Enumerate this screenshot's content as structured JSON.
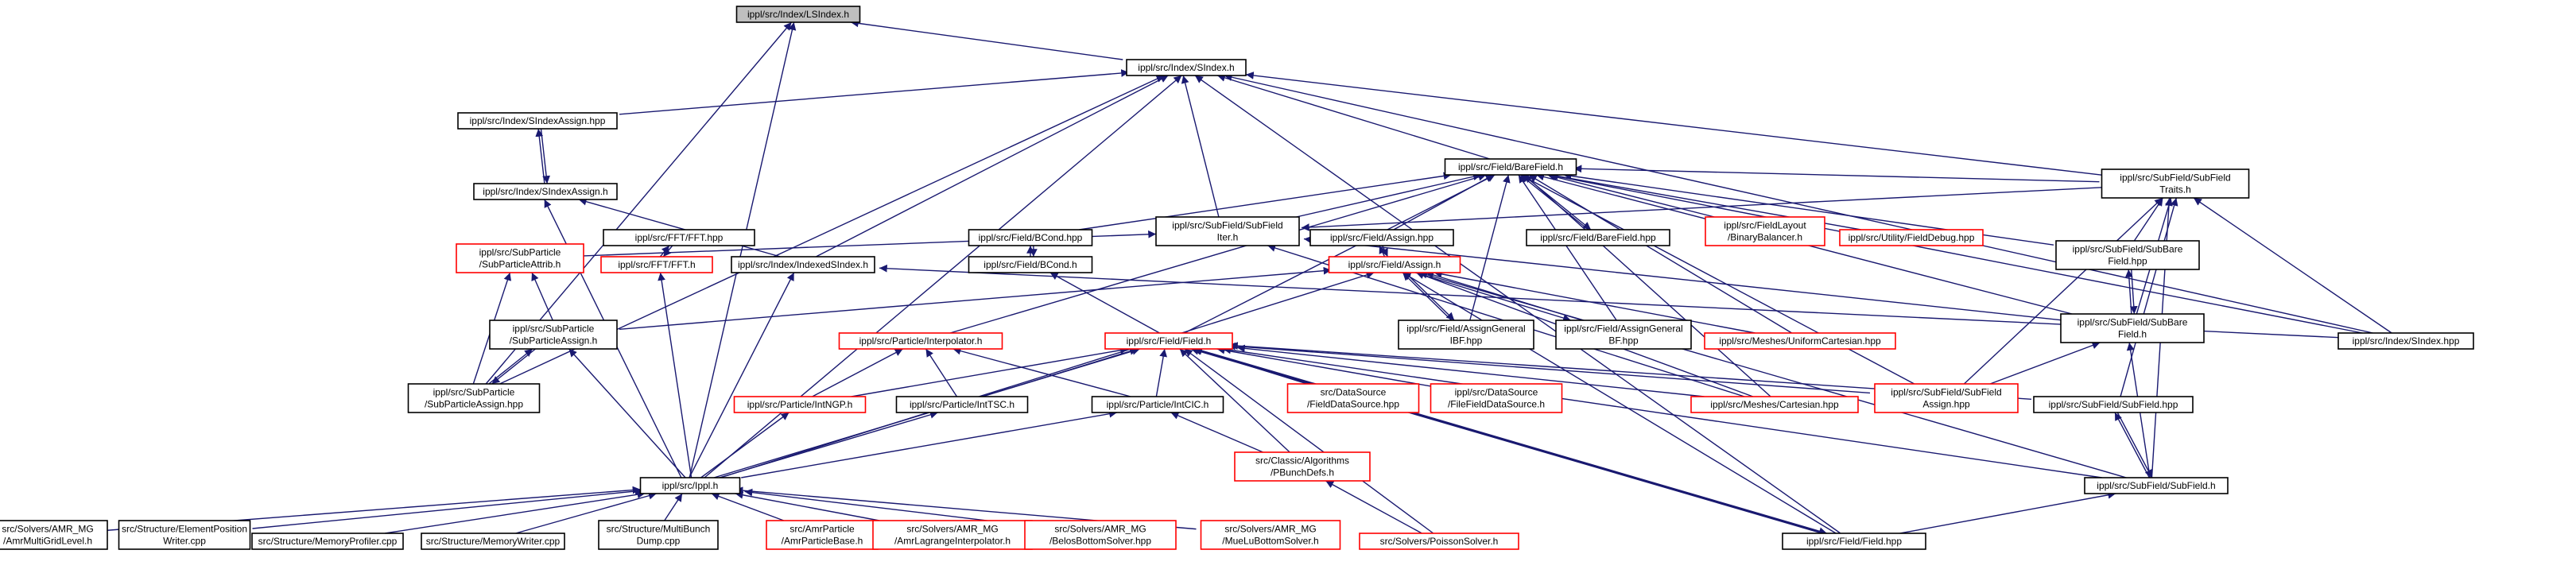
{
  "graph": {
    "nodes": [
      {
        "id": "lsindex",
        "lines": [
          "ippl/src/Index/LSIndex.h"
        ],
        "red": false,
        "current": true
      },
      {
        "id": "sindex",
        "lines": [
          "ippl/src/Index/SIndex.h"
        ],
        "red": false
      },
      {
        "id": "sindexassign_hpp",
        "lines": [
          "ippl/src/Index/SIndexAssign.hpp"
        ],
        "red": false
      },
      {
        "id": "barefield_h",
        "lines": [
          "ippl/src/Field/BareField.h"
        ],
        "red": false
      },
      {
        "id": "sindexassign_h",
        "lines": [
          "ippl/src/Index/SIndexAssign.h"
        ],
        "red": false
      },
      {
        "id": "fft_hpp",
        "lines": [
          "ippl/src/FFT/FFT.hpp"
        ],
        "red": false
      },
      {
        "id": "bcond_hpp",
        "lines": [
          "ippl/src/Field/BCond.hpp"
        ],
        "red": false
      },
      {
        "id": "subfielditer",
        "lines": [
          "ippl/src/SubField/SubField",
          "Iter.h"
        ],
        "red": false
      },
      {
        "id": "assign_hpp",
        "lines": [
          "ippl/src/Field/Assign.hpp"
        ],
        "red": false
      },
      {
        "id": "barefield_hpp",
        "lines": [
          "ippl/src/Field/BareField.hpp"
        ],
        "red": false
      },
      {
        "id": "binarybalancer",
        "lines": [
          "ippl/src/FieldLayout",
          "/BinaryBalancer.h"
        ],
        "red": true
      },
      {
        "id": "fielddebug",
        "lines": [
          "ippl/src/Utility/FieldDebug.hpp"
        ],
        "red": true
      },
      {
        "id": "subfieldtraits",
        "lines": [
          "ippl/src/SubField/SubField",
          "Traits.h"
        ],
        "red": false
      },
      {
        "id": "subparticleattrib",
        "lines": [
          "ippl/src/SubParticle",
          "/SubParticleAttrib.h"
        ],
        "red": true
      },
      {
        "id": "fft_h",
        "lines": [
          "ippl/src/FFT/FFT.h"
        ],
        "red": true
      },
      {
        "id": "indexedsindex",
        "lines": [
          "ippl/src/Index/IndexedSIndex.h"
        ],
        "red": false
      },
      {
        "id": "bcond_h",
        "lines": [
          "ippl/src/Field/BCond.h"
        ],
        "red": false
      },
      {
        "id": "assign_h",
        "lines": [
          "ippl/src/Field/Assign.h"
        ],
        "red": true
      },
      {
        "id": "subbarefield_hpp",
        "lines": [
          "ippl/src/SubField/SubBare",
          "Field.hpp"
        ],
        "red": false
      },
      {
        "id": "subparticleassign_h",
        "lines": [
          "ippl/src/SubParticle",
          "/SubParticleAssign.h"
        ],
        "red": false
      },
      {
        "id": "interpolator",
        "lines": [
          "ippl/src/Particle/Interpolator.h"
        ],
        "red": true
      },
      {
        "id": "field_h",
        "lines": [
          "ippl/src/Field/Field.h"
        ],
        "red": true
      },
      {
        "id": "assigngeneralibf",
        "lines": [
          "ippl/src/Field/AssignGeneral",
          "IBF.hpp"
        ],
        "red": false
      },
      {
        "id": "assigngeneralbf",
        "lines": [
          "ippl/src/Field/AssignGeneral",
          "BF.hpp"
        ],
        "red": false
      },
      {
        "id": "uniformcartesian",
        "lines": [
          "ippl/src/Meshes/UniformCartesian.hpp"
        ],
        "red": true
      },
      {
        "id": "subbarefield_h",
        "lines": [
          "ippl/src/SubField/SubBare",
          "Field.h"
        ],
        "red": false
      },
      {
        "id": "sindex_hpp",
        "lines": [
          "ippl/src/Index/SIndex.hpp"
        ],
        "red": false
      },
      {
        "id": "subparticleassign_hpp",
        "lines": [
          "ippl/src/SubParticle",
          "/SubParticleAssign.hpp"
        ],
        "red": false
      },
      {
        "id": "intngp",
        "lines": [
          "ippl/src/Particle/IntNGP.h"
        ],
        "red": true
      },
      {
        "id": "inttsc",
        "lines": [
          "ippl/src/Particle/IntTSC.h"
        ],
        "red": false
      },
      {
        "id": "intcic",
        "lines": [
          "ippl/src/Particle/IntCIC.h"
        ],
        "red": false
      },
      {
        "id": "fielddatasource",
        "lines": [
          "src/DataSource",
          "/FieldDataSource.hpp"
        ],
        "red": true
      },
      {
        "id": "filefielddatasource",
        "lines": [
          "ippl/src/DataSource",
          "/FileFieldDataSource.h"
        ],
        "red": true
      },
      {
        "id": "cartesian",
        "lines": [
          "ippl/src/Meshes/Cartesian.hpp"
        ],
        "red": true
      },
      {
        "id": "subfieldassign",
        "lines": [
          "ippl/src/SubField/SubField",
          "Assign.hpp"
        ],
        "red": true
      },
      {
        "id": "subfield_hpp",
        "lines": [
          "ippl/src/SubField/SubField.hpp"
        ],
        "red": false
      },
      {
        "id": "pbunchdefs",
        "lines": [
          "src/Classic/Algorithms",
          "/PBunchDefs.h"
        ],
        "red": true
      },
      {
        "id": "ippl_h",
        "lines": [
          "ippl/src/Ippl.h"
        ],
        "red": false
      },
      {
        "id": "subfield_h",
        "lines": [
          "ippl/src/SubField/SubField.h"
        ],
        "red": false
      },
      {
        "id": "amrmultigridlevel",
        "lines": [
          "src/Solvers/AMR_MG",
          "/AmrMultiGridLevel.h"
        ],
        "red": false
      },
      {
        "id": "elementposition",
        "lines": [
          "src/Structure/ElementPosition",
          "Writer.cpp"
        ],
        "red": false
      },
      {
        "id": "memoryprofiler",
        "lines": [
          "src/Structure/MemoryProfiler.cpp"
        ],
        "red": false
      },
      {
        "id": "memorywriter",
        "lines": [
          "src/Structure/MemoryWriter.cpp"
        ],
        "red": false
      },
      {
        "id": "multibunchdump",
        "lines": [
          "src/Structure/MultiBunch",
          "Dump.cpp"
        ],
        "red": false
      },
      {
        "id": "amrparticlebase",
        "lines": [
          "src/AmrParticle",
          "/AmrParticleBase.h"
        ],
        "red": true
      },
      {
        "id": "amrlagrange",
        "lines": [
          "src/Solvers/AMR_MG",
          "/AmrLagrangeInterpolator.h"
        ],
        "red": true
      },
      {
        "id": "belosbottom",
        "lines": [
          "src/Solvers/AMR_MG",
          "/BelosBottomSolver.hpp"
        ],
        "red": true
      },
      {
        "id": "muelubottom",
        "lines": [
          "src/Solvers/AMR_MG",
          "/MueLuBottomSolver.h"
        ],
        "red": true
      },
      {
        "id": "poissonsolver",
        "lines": [
          "src/Solvers/PoissonSolver.h"
        ],
        "red": true
      },
      {
        "id": "field_hpp",
        "lines": [
          "ippl/src/Field/Field.hpp"
        ],
        "red": false
      }
    ],
    "edges": [
      [
        "sindex",
        "lsindex"
      ],
      [
        "ippl_h",
        "lsindex"
      ],
      [
        "subparticleassign_hpp",
        "lsindex"
      ],
      [
        "sindexassign_hpp",
        "sindex"
      ],
      [
        "barefield_h",
        "sindex"
      ],
      [
        "subfielditer",
        "sindex"
      ],
      [
        "indexedsindex",
        "sindex"
      ],
      [
        "subfieldtraits",
        "sindex"
      ],
      [
        "sindex_hpp",
        "sindex"
      ],
      [
        "ippl_h",
        "sindex"
      ],
      [
        "subparticleassign_hpp",
        "sindex"
      ],
      [
        "field_hpp",
        "sindex"
      ],
      [
        "sindexassign_h",
        "sindexassign_hpp"
      ],
      [
        "sindexassign_hpp",
        "sindexassign_h"
      ],
      [
        "indexedsindex",
        "sindexassign_h"
      ],
      [
        "ippl_h",
        "sindexassign_h"
      ],
      [
        "fft_h",
        "fft_hpp"
      ],
      [
        "fft_hpp",
        "fft_h"
      ],
      [
        "ippl_h",
        "fft_h"
      ],
      [
        "subfielditer",
        "barefield_h"
      ],
      [
        "bcond_hpp",
        "barefield_h"
      ],
      [
        "assign_hpp",
        "barefield_h"
      ],
      [
        "barefield_hpp",
        "barefield_h"
      ],
      [
        "barefield_h",
        "barefield_hpp"
      ],
      [
        "binarybalancer",
        "barefield_h"
      ],
      [
        "fielddebug",
        "barefield_h"
      ],
      [
        "subfieldtraits",
        "barefield_h"
      ],
      [
        "assigngeneralibf",
        "barefield_h"
      ],
      [
        "assigngeneralbf",
        "barefield_h"
      ],
      [
        "uniformcartesian",
        "barefield_h"
      ],
      [
        "subbarefield_h",
        "barefield_h"
      ],
      [
        "subbarefield_hpp",
        "barefield_h"
      ],
      [
        "field_h",
        "barefield_h"
      ],
      [
        "interpolator",
        "barefield_h"
      ],
      [
        "cartesian",
        "barefield_h"
      ],
      [
        "subfieldassign",
        "barefield_h"
      ],
      [
        "sindex_hpp",
        "barefield_h"
      ],
      [
        "bcond_h",
        "bcond_hpp"
      ],
      [
        "bcond_hpp",
        "bcond_h"
      ],
      [
        "field_h",
        "bcond_h"
      ],
      [
        "assign_h",
        "assign_hpp"
      ],
      [
        "assign_hpp",
        "assign_h"
      ],
      [
        "assigngeneralibf",
        "assign_h"
      ],
      [
        "assign_h",
        "assigngeneralibf"
      ],
      [
        "assigngeneralbf",
        "assign_h"
      ],
      [
        "assign_h",
        "assigngeneralbf"
      ],
      [
        "uniformcartesian",
        "assign_h"
      ],
      [
        "cartesian",
        "assign_h"
      ],
      [
        "subparticleassign_h",
        "assign_h"
      ],
      [
        "ippl_h",
        "assign_h"
      ],
      [
        "field_hpp",
        "assign_h"
      ],
      [
        "subfield_h",
        "assign_h"
      ],
      [
        "subparticleattrib",
        "subfielditer"
      ],
      [
        "subfieldtraits",
        "subfielditer"
      ],
      [
        "subbarefield_h",
        "subfielditer"
      ],
      [
        "cartesian",
        "subfielditer"
      ],
      [
        "subbarefield_hpp",
        "subfieldtraits"
      ],
      [
        "subbarefield_h",
        "subfieldtraits"
      ],
      [
        "subfieldassign",
        "subfieldtraits"
      ],
      [
        "subfield_hpp",
        "subfieldtraits"
      ],
      [
        "subfield_h",
        "subfieldtraits"
      ],
      [
        "sindex_hpp",
        "subfieldtraits"
      ],
      [
        "subbarefield_h",
        "subbarefield_hpp"
      ],
      [
        "subbarefield_hpp",
        "subbarefield_h"
      ],
      [
        "subfieldassign",
        "subbarefield_h"
      ],
      [
        "subfield_h",
        "subbarefield_h"
      ],
      [
        "subfield_h",
        "subfield_hpp"
      ],
      [
        "subfield_hpp",
        "subfield_h"
      ],
      [
        "field_hpp",
        "subfield_h"
      ],
      [
        "subparticleassign_h",
        "subparticleattrib"
      ],
      [
        "subparticleassign_hpp",
        "subparticleattrib"
      ],
      [
        "subparticleassign_hpp",
        "subparticleassign_h"
      ],
      [
        "subparticleassign_h",
        "subparticleassign_hpp"
      ],
      [
        "ippl_h",
        "subparticleassign_h"
      ],
      [
        "sindex_hpp",
        "indexedsindex"
      ],
      [
        "ippl_h",
        "indexedsindex"
      ],
      [
        "intngp",
        "interpolator"
      ],
      [
        "inttsc",
        "interpolator"
      ],
      [
        "intcic",
        "interpolator"
      ],
      [
        "intngp",
        "field_h"
      ],
      [
        "inttsc",
        "field_h"
      ],
      [
        "intcic",
        "field_h"
      ],
      [
        "fielddatasource",
        "field_h"
      ],
      [
        "filefielddatasource",
        "field_h"
      ],
      [
        "cartesian",
        "field_h"
      ],
      [
        "subfieldassign",
        "field_h"
      ],
      [
        "subfield_hpp",
        "field_h"
      ],
      [
        "subfield_h",
        "field_h"
      ],
      [
        "pbunchdefs",
        "field_h"
      ],
      [
        "poissonsolver",
        "field_h"
      ],
      [
        "field_hpp",
        "field_h"
      ],
      [
        "ippl_h",
        "field_h"
      ],
      [
        "ippl_h",
        "intngp"
      ],
      [
        "ippl_h",
        "inttsc"
      ],
      [
        "ippl_h",
        "intcic"
      ],
      [
        "pbunchdefs",
        "intcic"
      ],
      [
        "poissonsolver",
        "pbunchdefs"
      ],
      [
        "amrmultigridlevel",
        "ippl_h"
      ],
      [
        "elementposition",
        "ippl_h"
      ],
      [
        "memoryprofiler",
        "ippl_h"
      ],
      [
        "memorywriter",
        "ippl_h"
      ],
      [
        "multibunchdump",
        "ippl_h"
      ],
      [
        "amrparticlebase",
        "ippl_h"
      ],
      [
        "amrlagrange",
        "ippl_h"
      ],
      [
        "belosbottom",
        "ippl_h"
      ],
      [
        "muelubottom",
        "ippl_h"
      ],
      [
        "field_hpp",
        "field_h"
      ],
      [
        "field_h",
        "field_hpp"
      ]
    ]
  }
}
